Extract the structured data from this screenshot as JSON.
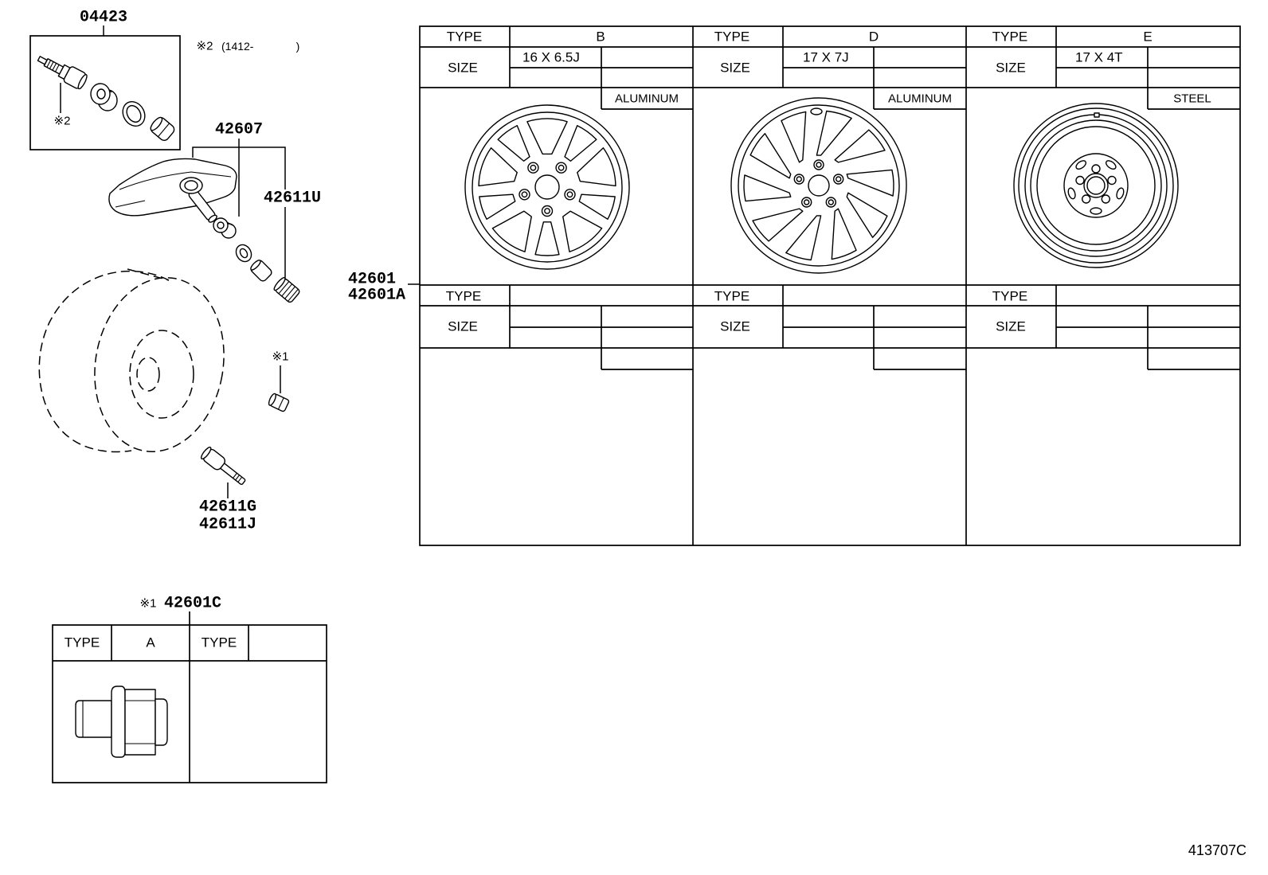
{
  "notes": {
    "mark_1": "※1",
    "mark_2": "※2",
    "range_open": "(1412-",
    "range_close": ")"
  },
  "callouts": {
    "valve_kit": "04423",
    "sensor": "42607",
    "valve_cap": "42611U",
    "wheel": "42601",
    "wheel_alt": "42601A",
    "valve": "42611G",
    "valve_alt": "42611J",
    "hub_nut": "42601C"
  },
  "labels": {
    "type": "TYPE",
    "size": "SIZE"
  },
  "wheel_table": {
    "columns": [
      {
        "type": "B",
        "size": "16 X 6.5J",
        "material": "ALUMINUM"
      },
      {
        "type": "D",
        "size": "17 X 7J",
        "material": "ALUMINUM"
      },
      {
        "type": "E",
        "size": "17 X 4T",
        "material": "STEEL"
      }
    ]
  },
  "hub_nut_table": {
    "columns": [
      {
        "type": "A"
      }
    ]
  },
  "drawing_id": "413707C"
}
